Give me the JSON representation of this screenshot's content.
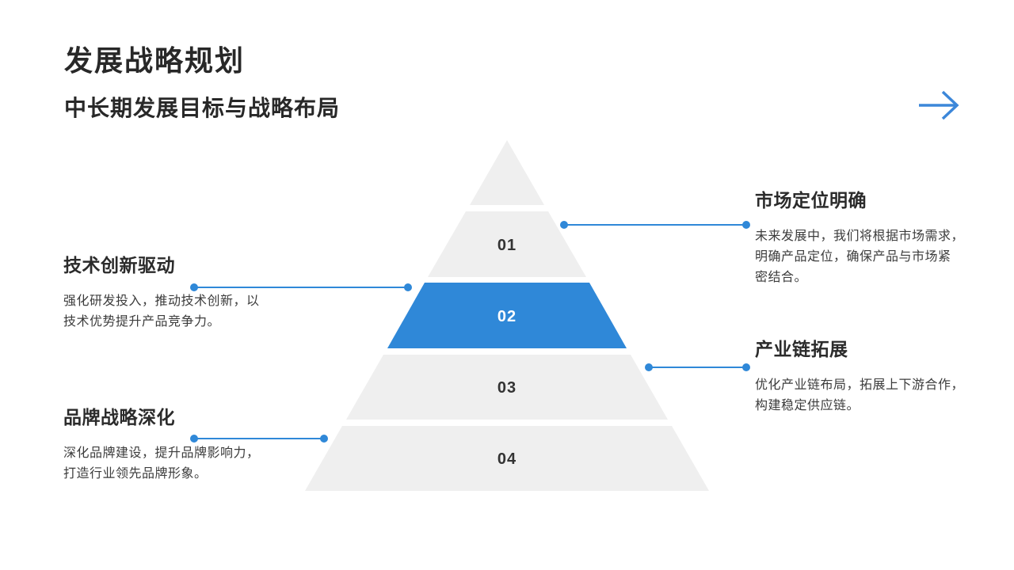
{
  "slide": {
    "title": "发展战略规划",
    "subtitle": "中长期发展目标与战略布局",
    "background_color": "#ffffff",
    "accent_color": "#2f88d8",
    "level_fill_color": "#efefef",
    "number_color": "#333333",
    "highlight_number_color": "#ffffff"
  },
  "pyramid": {
    "levels": [
      {
        "number": "",
        "highlighted": false
      },
      {
        "number": "01",
        "highlighted": false
      },
      {
        "number": "02",
        "highlighted": true
      },
      {
        "number": "03",
        "highlighted": false
      },
      {
        "number": "04",
        "highlighted": false
      }
    ]
  },
  "callouts": [
    {
      "title": "市场定位明确",
      "lines": [
        "未来发展中，我们将根据市场需求，",
        "明确产品定位，确保产品与市场紧",
        "密结合。"
      ],
      "side": "right",
      "connected_level": "01"
    },
    {
      "title": "技术创新驱动",
      "lines": [
        "强化研发投入，推动技术创新，以",
        "技术优势提升产品竞争力。"
      ],
      "side": "left",
      "connected_level": "02"
    },
    {
      "title": "产业链拓展",
      "lines": [
        "优化产业链布局，拓展上下游合作，",
        "构建稳定供应链。"
      ],
      "side": "right",
      "connected_level": "03"
    },
    {
      "title": "品牌战略深化",
      "lines": [
        "深化品牌建设，提升品牌影响力，",
        "打造行业领先品牌形象。"
      ],
      "side": "left",
      "connected_level": "04"
    }
  ]
}
